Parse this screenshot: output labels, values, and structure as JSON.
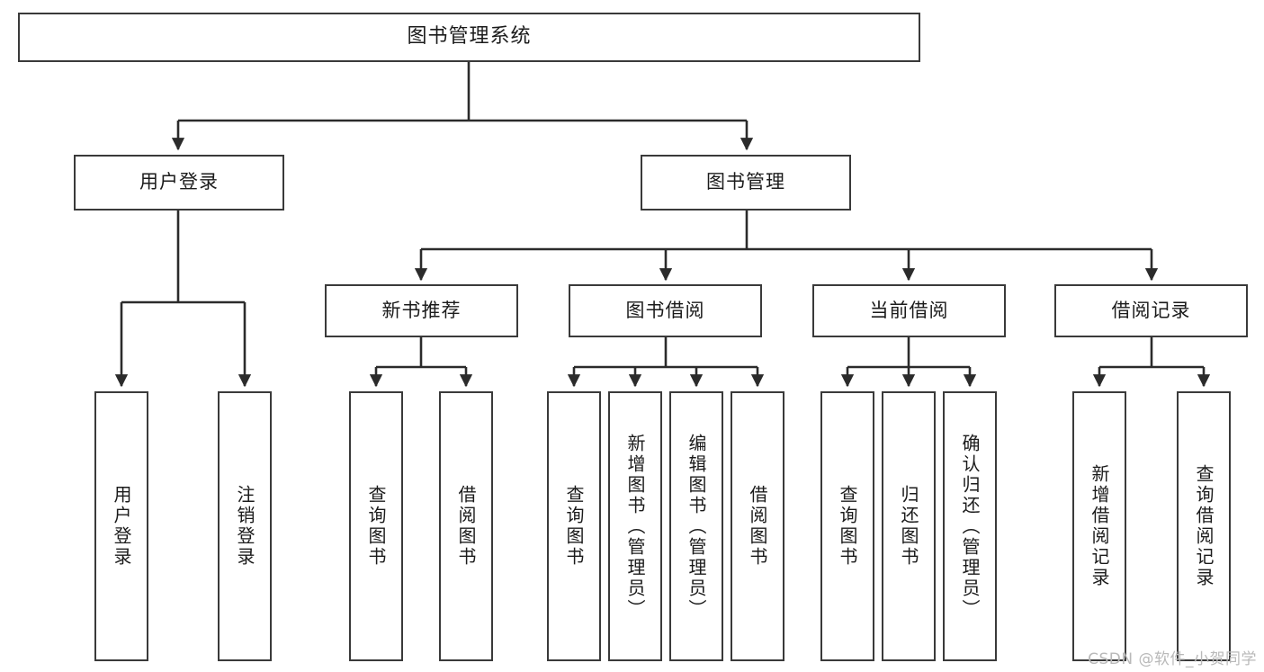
{
  "diagram": {
    "title": "图书管理系统",
    "type": "tree-hierarchy",
    "watermark": "CSDN @软件_小贺同学",
    "colors": {
      "box_border": "#3a3a3a",
      "box_fill": "#ffffff",
      "connector": "#2b2b2b",
      "text": "#1b1b1b",
      "watermark": "#b9b9b9",
      "background": "#ffffff"
    },
    "nodes": {
      "root": {
        "label": "图书管理系统"
      },
      "level2": [
        {
          "id": "user-login",
          "label": "用户登录"
        },
        {
          "id": "book-manage",
          "label": "图书管理"
        }
      ],
      "level3": [
        {
          "id": "new-book-rec",
          "label": "新书推荐"
        },
        {
          "id": "book-borrow",
          "label": "图书借阅"
        },
        {
          "id": "current-borrow",
          "label": "当前借阅"
        },
        {
          "id": "borrow-record",
          "label": "借阅记录"
        }
      ],
      "leaves": {
        "user_login": [
          {
            "id": "leaf-user-login",
            "label": "用户登录"
          },
          {
            "id": "leaf-logout",
            "label": "注销登录"
          }
        ],
        "new_book_rec": [
          {
            "id": "leaf-query-book-1",
            "label": "查询图书"
          },
          {
            "id": "leaf-borrow-book-1",
            "label": "借阅图书"
          }
        ],
        "book_borrow": [
          {
            "id": "leaf-query-book-2",
            "label": "查询图书"
          },
          {
            "id": "leaf-add-book",
            "label": "新增图书（管理员）"
          },
          {
            "id": "leaf-edit-book",
            "label": "编辑图书（管理员）"
          },
          {
            "id": "leaf-borrow-book-2",
            "label": "借阅图书"
          }
        ],
        "current_borrow": [
          {
            "id": "leaf-query-book-3",
            "label": "查询图书"
          },
          {
            "id": "leaf-return-book",
            "label": "归还图书"
          },
          {
            "id": "leaf-confirm-return",
            "label": "确认归还（管理员）"
          }
        ],
        "borrow_record": [
          {
            "id": "leaf-add-record",
            "label": "新增借阅记录"
          },
          {
            "id": "leaf-query-record",
            "label": "查询借阅记录"
          }
        ]
      }
    }
  }
}
